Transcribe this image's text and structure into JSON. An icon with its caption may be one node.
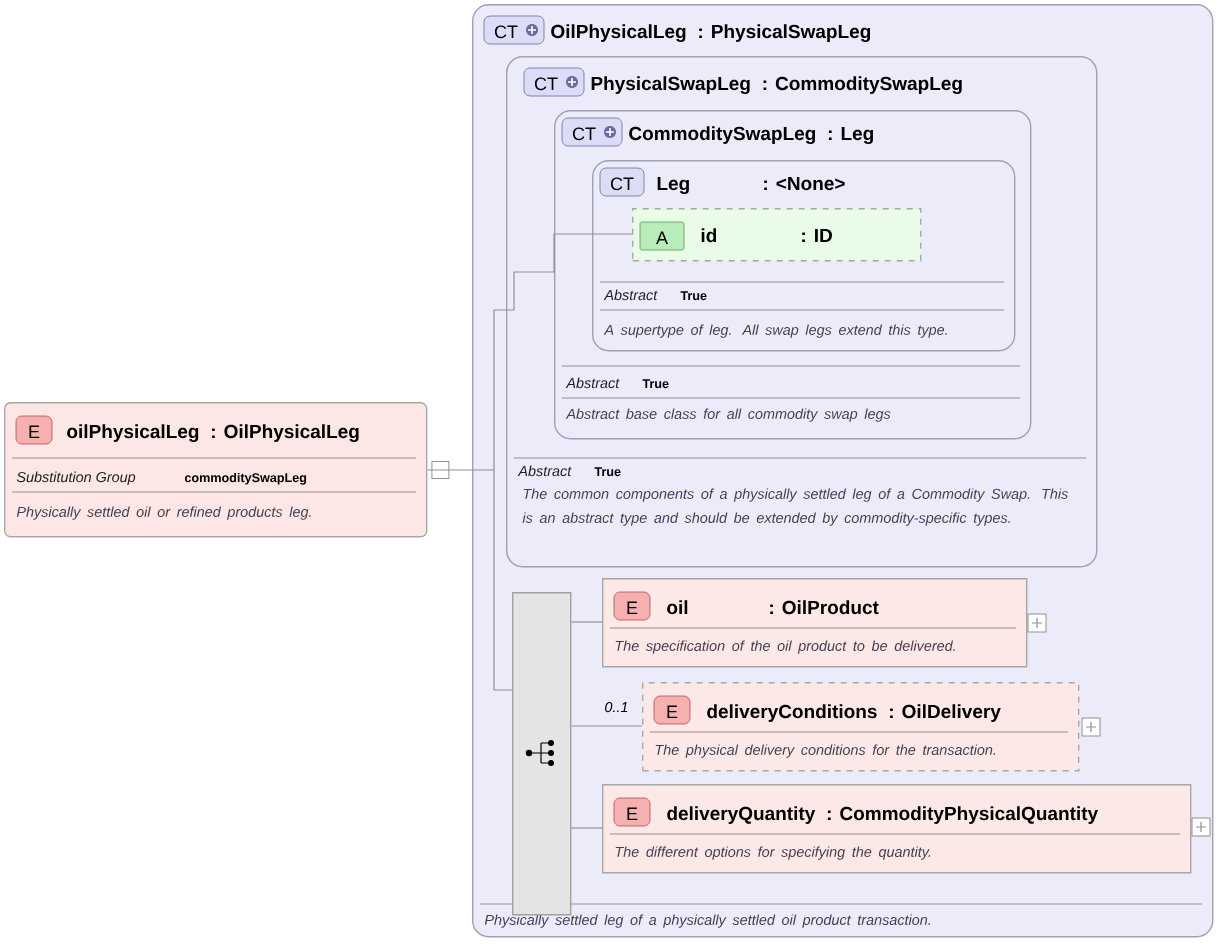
{
  "diagram": {
    "nodes": [
      {
        "text": [
          "E",
          "oilPhysicalLeg",
          ": OilPhysicalLeg",
          "Substitution Group",
          "commoditySwapLeg",
          "Physically settled oil or refined products leg."
        ]
      },
      {
        "text": [
          "CT",
          "OilPhysicalLeg",
          ": PhysicalSwapLeg",
          "Physically settled leg of a physically settled oil product transaction."
        ]
      },
      {
        "text": [
          "CT",
          "PhysicalSwapLeg",
          ": CommoditySwapLeg",
          "Abstract",
          "True",
          "The common components of a physically settled leg of a Commodity Swap. This is an abstract type and should be extended by commodity-specific types."
        ],
        "in": 1
      },
      {
        "text": [
          "CT",
          "CommoditySwapLeg",
          ": Leg",
          "Abstract",
          "True",
          "Abstract base class for all commodity swap legs"
        ],
        "in": 2
      },
      {
        "text": [
          "CT",
          "Leg",
          ": <None>",
          "Abstract",
          "True",
          "A supertype of leg. All swap legs extend this type."
        ],
        "in": 3
      },
      {
        "text": [
          "A",
          "id",
          ": ID"
        ],
        "in": 4
      },
      {
        "text": [],
        "shape": "box",
        "in": 1
      },
      {
        "text": [
          "E",
          "oil",
          ": OilProduct",
          "The specification of the oil product to be delivered."
        ],
        "in": 1
      },
      {
        "text": [
          "E",
          "deliveryConditions",
          ": OilDelivery",
          "The physical delivery conditions for the transaction."
        ],
        "in": 1,
        "beside": [
          "0..1"
        ]
      },
      {
        "text": [
          "E",
          "deliveryQuantity",
          ": CommodityPhysicalQuantity",
          "The different options for specifying the quantity."
        ],
        "in": 1
      }
    ],
    "edges": [
      {
        "from": 0,
        "to": 5,
        "arrow": "other"
      },
      {
        "from": 0,
        "to": 6,
        "arrow": "other"
      },
      {
        "from": 6,
        "to": 7,
        "arrow": "none"
      },
      {
        "from": 6,
        "to": 8,
        "arrow": "none"
      },
      {
        "from": 6,
        "to": 9,
        "arrow": "none"
      }
    ]
  }
}
